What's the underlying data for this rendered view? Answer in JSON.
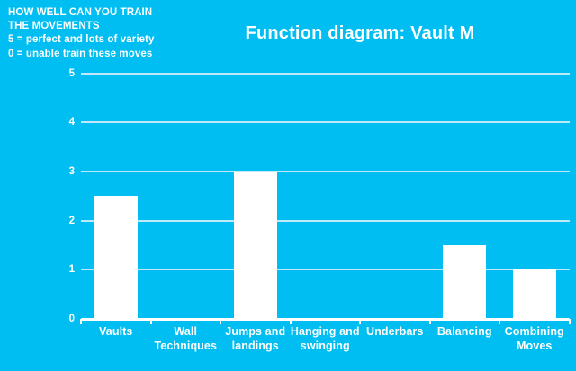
{
  "header": {
    "note_lines": [
      "HOW WELL CAN YOU TRAIN",
      "THE MOVEMENTS",
      "5 = perfect and lots of variety",
      "0 = unable train these moves"
    ],
    "title": "Function diagram: Vault M"
  },
  "colors": {
    "background": "#00BDF2",
    "bar": "#FFFFFF",
    "gridline": "#BFE9F8",
    "axis": "#FFFFFF",
    "text": "#FFFFFF"
  },
  "chart_data": {
    "type": "bar",
    "title": "Function diagram: Vault M",
    "categories": [
      "Vaults",
      "Wall Techniques",
      "Jumps and landings",
      "Hanging and swinging",
      "Underbars",
      "Balancing",
      "Combining Moves"
    ],
    "values": [
      2.5,
      0,
      3,
      0,
      0,
      1.5,
      1
    ],
    "xlabel": "",
    "ylabel": "",
    "ylim": [
      0,
      5
    ],
    "yticks": [
      0,
      1,
      2,
      3,
      4,
      5
    ],
    "grid": true,
    "legend": false,
    "bar_color": "#FFFFFF",
    "annotation": "HOW WELL CAN YOU TRAIN THE MOVEMENTS / 5 = perfect and lots of variety / 0 = unable train these moves"
  }
}
